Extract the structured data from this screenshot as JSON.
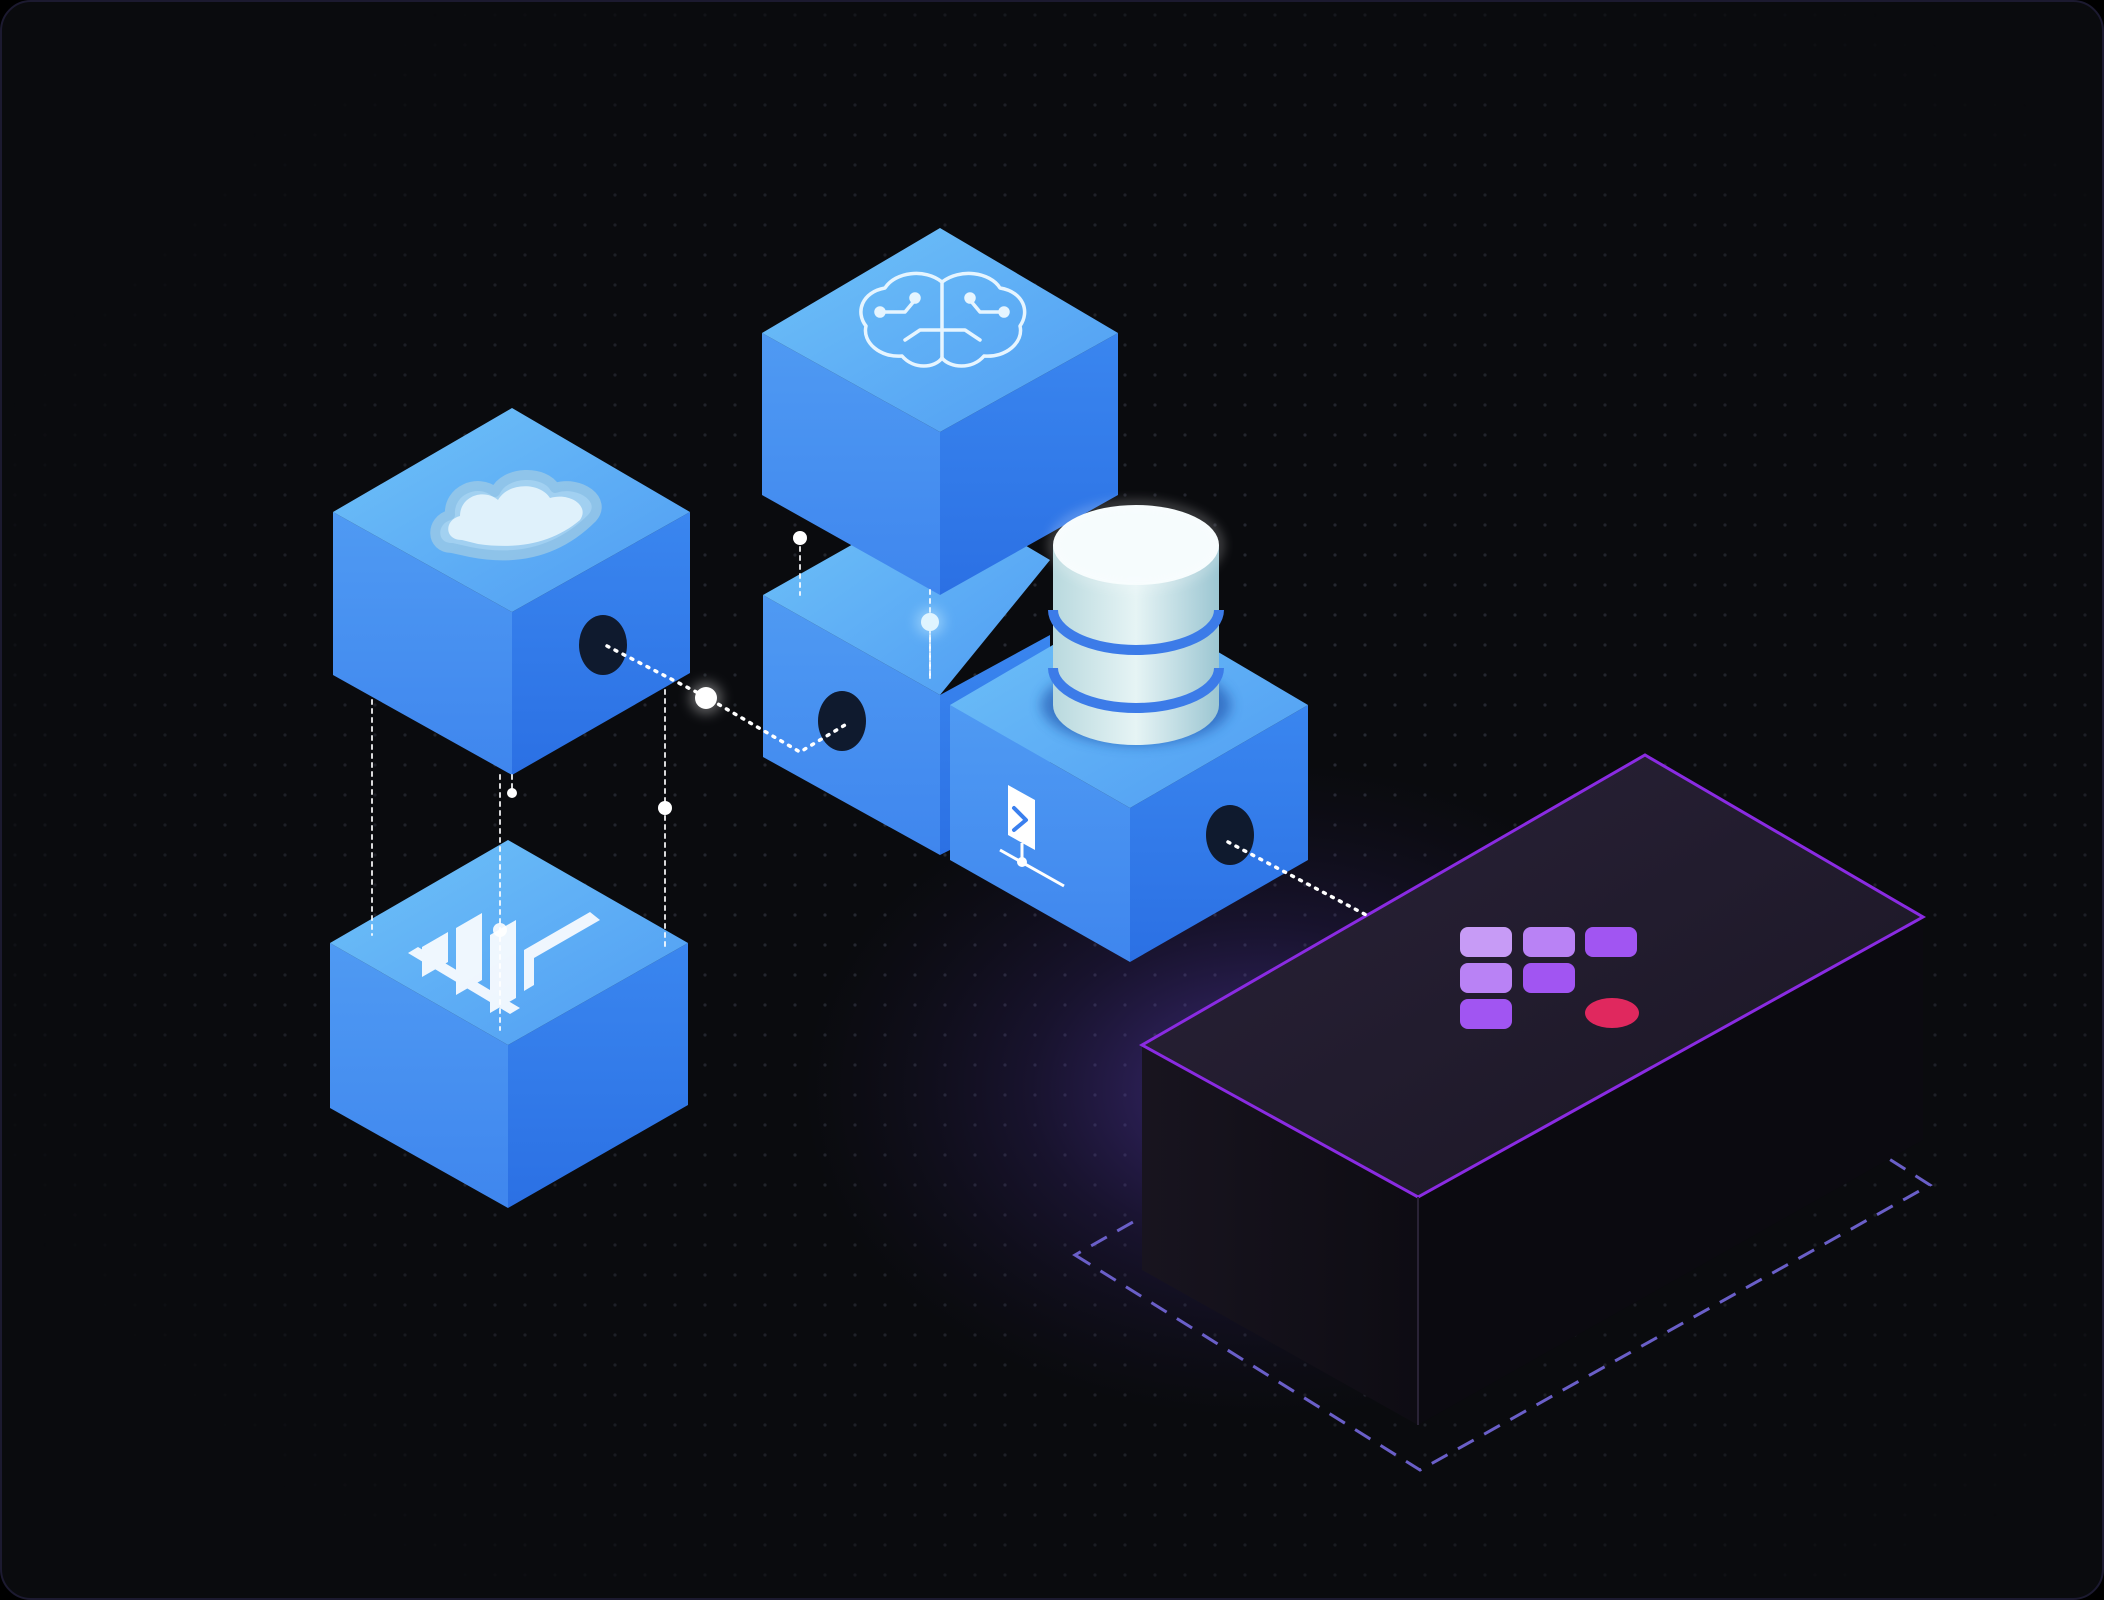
{
  "colors": {
    "background": "#0a0b0e",
    "frame_border": "#1c1a30",
    "dot_grid": "#2a2d36",
    "cube_top": "#63b4f6",
    "cube_left": "#4a93f1",
    "cube_right": "#2f78e8",
    "icon_stroke": "#d8efff",
    "connector": "#ffffff",
    "purple_edge": "#8a2be2",
    "purple_top": "#1f1a2c",
    "purple_front": "#110f18",
    "purple_glow": "#6c4ad6",
    "logo_purple_light": "#c79bf6",
    "logo_purple_dark": "#a155f2",
    "logo_red": "#e0285e",
    "database_body": "#d9eef0",
    "database_band": "#3c7be8"
  },
  "nodes": [
    {
      "id": "cloud",
      "icon": "cloud-icon"
    },
    {
      "id": "brain",
      "icon": "brain-circuit-icon"
    },
    {
      "id": "chart",
      "icon": "bar-chart-icon"
    },
    {
      "id": "hub",
      "icon": "socket-icon"
    },
    {
      "id": "terminal",
      "icon": "terminal-network-icon"
    },
    {
      "id": "database",
      "icon": "database-icon"
    },
    {
      "id": "platform",
      "icon": "grid-logo-icon"
    }
  ]
}
